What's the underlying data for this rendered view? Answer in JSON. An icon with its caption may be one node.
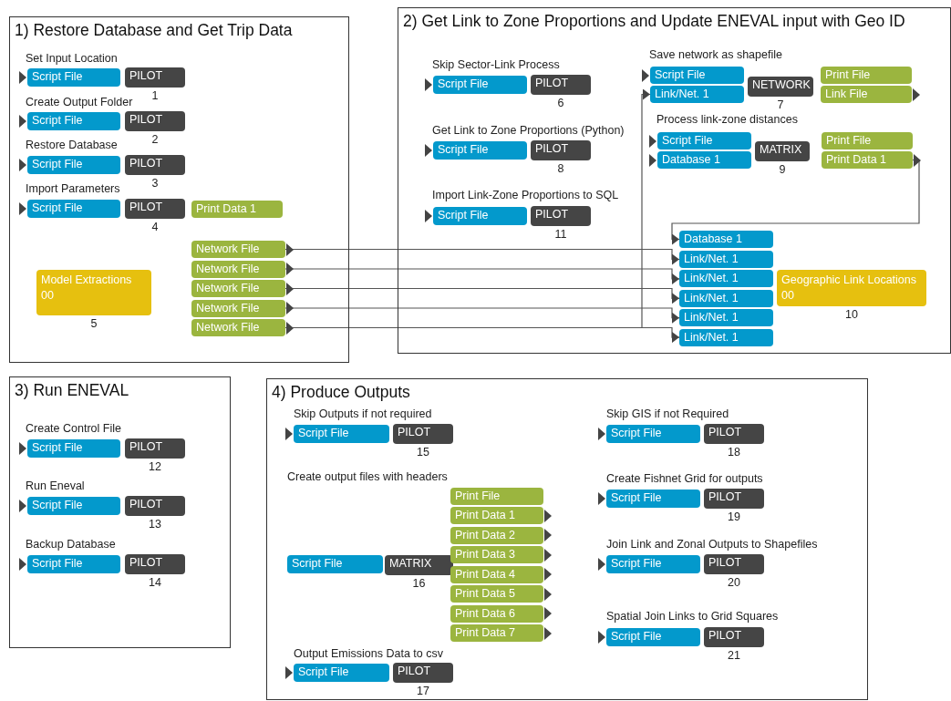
{
  "diagram": {
    "nodes": [
      {
        "text": [
          "1) Restore Database and Get Trip Data"
        ]
      },
      {
        "text": [
          "Script File"
        ],
        "in": 0,
        "beside": [
          "Set Input Location"
        ]
      },
      {
        "text": [
          "PILOT"
        ],
        "in": 0,
        "beside": [
          "1"
        ]
      },
      {
        "text": [
          "Script File"
        ],
        "in": 0,
        "beside": [
          "Create Output Folder"
        ]
      },
      {
        "text": [
          "PILOT"
        ],
        "in": 0,
        "beside": [
          "2"
        ]
      },
      {
        "text": [
          "Script File"
        ],
        "in": 0,
        "beside": [
          "Restore Database"
        ]
      },
      {
        "text": [
          "PILOT"
        ],
        "in": 0,
        "beside": [
          "3"
        ]
      },
      {
        "text": [
          "Script File"
        ],
        "in": 0,
        "beside": [
          "Import Parameters"
        ]
      },
      {
        "text": [
          "PILOT"
        ],
        "in": 0,
        "beside": [
          "4"
        ]
      },
      {
        "text": [
          "Print Data 1"
        ],
        "in": 0
      },
      {
        "text": [
          "Model Extractions",
          "00"
        ],
        "in": 0,
        "beside": [
          "5"
        ]
      },
      {
        "text": [
          "Network File"
        ],
        "in": 0
      },
      {
        "text": [
          "Network File"
        ],
        "in": 0
      },
      {
        "text": [
          "Network File"
        ],
        "in": 0
      },
      {
        "text": [
          "Network File"
        ],
        "in": 0
      },
      {
        "text": [
          "Network File"
        ],
        "in": 0
      },
      {
        "text": [
          "2) Get Link to Zone Proportions and Update ENEVAL input with Geo ID"
        ]
      },
      {
        "text": [
          "Script File"
        ],
        "in": 16,
        "beside": [
          "Skip Sector-Link Process"
        ]
      },
      {
        "text": [
          "PILOT"
        ],
        "in": 16,
        "beside": [
          "6"
        ]
      },
      {
        "text": [
          "Script File"
        ],
        "in": 16,
        "beside": [
          "Get Link to Zone Proportions (Python)"
        ]
      },
      {
        "text": [
          "PILOT"
        ],
        "in": 16,
        "beside": [
          "8"
        ]
      },
      {
        "text": [
          "Script File"
        ],
        "in": 16,
        "beside": [
          "Import Link-Zone Proportions to SQL"
        ]
      },
      {
        "text": [
          "PILOT"
        ],
        "in": 16,
        "beside": [
          "11"
        ]
      },
      {
        "text": [
          "Script File"
        ],
        "in": 16,
        "beside": [
          "Save network as shapefile"
        ]
      },
      {
        "text": [
          "Link/Net. 1"
        ],
        "in": 16
      },
      {
        "text": [
          "NETWORK"
        ],
        "in": 16,
        "beside": [
          "7"
        ]
      },
      {
        "text": [
          "Print File"
        ],
        "in": 16
      },
      {
        "text": [
          "Link File"
        ],
        "in": 16
      },
      {
        "text": [
          "Script File"
        ],
        "in": 16,
        "beside": [
          "Process link-zone distances"
        ]
      },
      {
        "text": [
          "Database 1"
        ],
        "in": 16
      },
      {
        "text": [
          "MATRIX"
        ],
        "in": 16,
        "beside": [
          "9"
        ]
      },
      {
        "text": [
          "Print File"
        ],
        "in": 16
      },
      {
        "text": [
          "Print Data 1"
        ],
        "in": 16
      },
      {
        "text": [
          "Database 1"
        ],
        "in": 16
      },
      {
        "text": [
          "Link/Net. 1"
        ],
        "in": 16
      },
      {
        "text": [
          "Link/Net. 1"
        ],
        "in": 16
      },
      {
        "text": [
          "Link/Net. 1"
        ],
        "in": 16
      },
      {
        "text": [
          "Link/Net. 1"
        ],
        "in": 16
      },
      {
        "text": [
          "Link/Net. 1"
        ],
        "in": 16
      },
      {
        "text": [
          "Geographic Link Locations",
          "00"
        ],
        "in": 16,
        "beside": [
          "10"
        ]
      },
      {
        "text": [
          "3) Run ENEVAL"
        ]
      },
      {
        "text": [
          "Script File"
        ],
        "in": 40,
        "beside": [
          "Create Control File"
        ]
      },
      {
        "text": [
          "PILOT"
        ],
        "in": 40,
        "beside": [
          "12"
        ]
      },
      {
        "text": [
          "Script File"
        ],
        "in": 40,
        "beside": [
          "Run Eneval"
        ]
      },
      {
        "text": [
          "PILOT"
        ],
        "in": 40,
        "beside": [
          "13"
        ]
      },
      {
        "text": [
          "Script File"
        ],
        "in": 40,
        "beside": [
          "Backup Database"
        ]
      },
      {
        "text": [
          "PILOT"
        ],
        "in": 40,
        "beside": [
          "14"
        ]
      },
      {
        "text": [
          "4) Produce Outputs"
        ]
      },
      {
        "text": [
          "Script File"
        ],
        "in": 47,
        "beside": [
          "Skip Outputs if not required"
        ]
      },
      {
        "text": [
          "PILOT"
        ],
        "in": 47,
        "beside": [
          "15"
        ]
      },
      {
        "text": [
          "Script File"
        ],
        "in": 47
      },
      {
        "text": [
          "MATRIX"
        ],
        "in": 47,
        "beside": [
          "16"
        ]
      },
      {
        "text": [
          "Print File"
        ],
        "in": 47
      },
      {
        "text": [
          "Print Data 1"
        ],
        "in": 47
      },
      {
        "text": [
          "Print Data 2"
        ],
        "in": 47
      },
      {
        "text": [
          "Print Data 3"
        ],
        "in": 47
      },
      {
        "text": [
          "Print Data 4"
        ],
        "in": 47
      },
      {
        "text": [
          "Print Data 5"
        ],
        "in": 47
      },
      {
        "text": [
          "Print Data 6"
        ],
        "in": 47
      },
      {
        "text": [
          "Print Data 7"
        ],
        "in": 47
      },
      {
        "text": [
          "Script File"
        ],
        "in": 47,
        "beside": [
          "Output Emissions Data to csv"
        ]
      },
      {
        "text": [
          "PILOT"
        ],
        "in": 47,
        "beside": [
          "17"
        ]
      },
      {
        "text": [
          "Script File"
        ],
        "in": 47,
        "beside": [
          "Skip GIS if not Required"
        ]
      },
      {
        "text": [
          "PILOT"
        ],
        "in": 47,
        "beside": [
          "18"
        ]
      },
      {
        "text": [
          "Script File"
        ],
        "in": 47,
        "beside": [
          "Create Fishnet Grid for outputs"
        ]
      },
      {
        "text": [
          "PILOT"
        ],
        "in": 47,
        "beside": [
          "19"
        ]
      },
      {
        "text": [
          "Script File"
        ],
        "in": 47,
        "beside": [
          "Join Link and Zonal Outputs to Shapefiles"
        ]
      },
      {
        "text": [
          "PILOT"
        ],
        "in": 47,
        "beside": [
          "20"
        ]
      },
      {
        "text": [
          "Script File"
        ],
        "in": 47,
        "beside": [
          "Spatial Join Links to Grid Squares"
        ]
      },
      {
        "text": [
          "PILOT"
        ],
        "in": 47,
        "beside": [
          "21"
        ]
      }
    ],
    "edges": [
      {
        "from": 11,
        "to": 34,
        "arrow": "to"
      },
      {
        "from": 12,
        "to": 35,
        "arrow": "to"
      },
      {
        "from": 13,
        "to": 36,
        "arrow": "to"
      },
      {
        "from": 14,
        "to": 37,
        "arrow": "to"
      },
      {
        "from": 15,
        "to": 38,
        "arrow": "to"
      },
      {
        "from": 15,
        "to": 24,
        "arrow": "to"
      },
      {
        "from": 32,
        "to": 33,
        "arrow": "to"
      }
    ],
    "labels": [
      "Create output files with headers"
    ]
  }
}
